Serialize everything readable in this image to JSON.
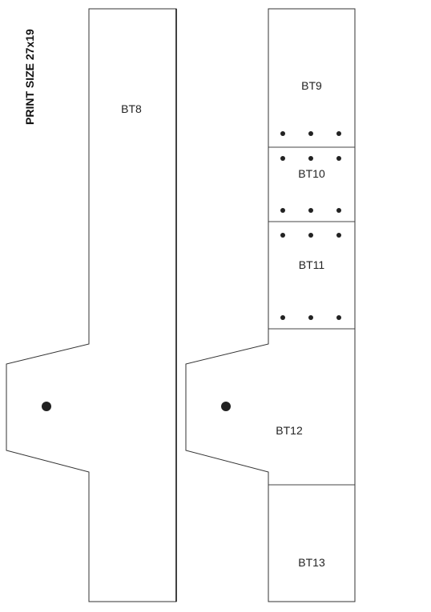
{
  "print_size": "PRINT SIZE 27x19",
  "labels": {
    "bt8": "BT8",
    "bt9": "BT9",
    "bt10": "BT10",
    "bt11": "BT11",
    "bt12": "BT12",
    "bt13": "BT13"
  },
  "colors": {
    "outline": "#333333",
    "hole": "#222222",
    "background": "#ffffff"
  }
}
